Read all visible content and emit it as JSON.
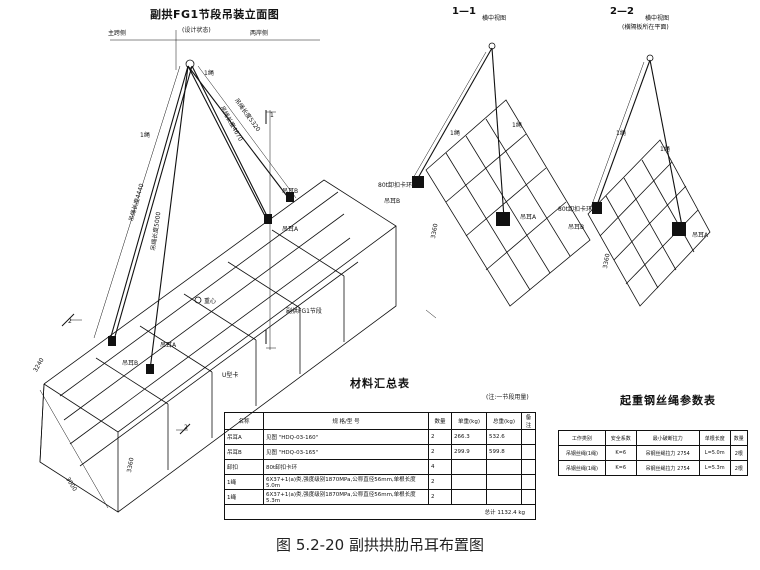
{
  "elevation": {
    "title": "副拱FG1节段吊装立面图",
    "subtitle": "(设计状态)",
    "left_label": "主跨侧",
    "right_label": "两岸侧",
    "labels": {
      "rope_top": "1绳",
      "rope_left": "1绳",
      "lug_b": "吊耳B",
      "lug_a": "吊耳A",
      "lug_a2": "吊耳A",
      "lug_b2": "吊耳B",
      "center": "重心",
      "segment": "副拱FG1节段",
      "hook": "U型卡",
      "leg1": "吊绳长度4440",
      "leg2": "吊绳长度5000",
      "leg3": "吊绳长度4670",
      "leg4": "吊绳长度5320",
      "mark1": "1",
      "mark2": "2",
      "mark2b": "2",
      "dim1": "3240",
      "dim2": "3000",
      "dim3": "3360"
    }
  },
  "section1": {
    "title": "1—1",
    "note": "横中视图",
    "labels": {
      "rope": "1绳",
      "rope2": "1绳",
      "shackle": "80t卸扣卡环",
      "lug_b": "吊耳B",
      "lug_a": "吊耳A",
      "dim": "3360"
    }
  },
  "section2": {
    "title": "2—2",
    "note": "横中视图",
    "subtitle": "(横隔板所在平面)",
    "labels": {
      "rope": "1绳",
      "rope2": "1绳",
      "shackle": "80t卸扣卡环",
      "lug_b": "吊耳B",
      "lug_a": "吊耳A",
      "dim": "3360"
    }
  },
  "materials": {
    "title": "材料汇总表",
    "note": "(注:一节段用量)",
    "headers": [
      "名称",
      "规 格/型 号",
      "数量",
      "单重(kg)",
      "总重(kg)",
      "备 注"
    ],
    "rows": [
      [
        "吊耳A",
        "见图 \"HDQ-03-160\"",
        "2",
        "266.3",
        "532.6",
        ""
      ],
      [
        "吊耳B",
        "见图 \"HDQ-03-165\"",
        "2",
        "299.9",
        "599.8",
        ""
      ],
      [
        "卸扣",
        "80t卸扣卡环",
        "4",
        "",
        "",
        ""
      ],
      [
        "1绳",
        "6X37+1(a)类,强度级别1870MPa,公称直径56mm,单根长度5.0m",
        "2",
        "",
        "",
        ""
      ],
      [
        "1绳",
        "6X37+1(a)类,强度级别1870MPa,公称直径56mm,单根长度5.3m",
        "2",
        "",
        "",
        ""
      ]
    ],
    "total": "总计 1132.4 kg"
  },
  "rope_params": {
    "title": "起重钢丝绳参数表",
    "headers": [
      "工作类别",
      "安全系数",
      "最小破断拉力",
      "单根长度",
      "数量"
    ],
    "rows": [
      [
        "吊钢丝绳(1绳)",
        "K=6",
        "吊钢丝绳拉力 2754",
        "L=5.0m",
        "2根"
      ],
      [
        "吊钢丝绳(1绳)",
        "K=6",
        "吊钢丝绳拉力 2754",
        "L=5.3m",
        "2根"
      ]
    ]
  },
  "caption": "图 5.2-20 副拱拱肋吊耳布置图"
}
